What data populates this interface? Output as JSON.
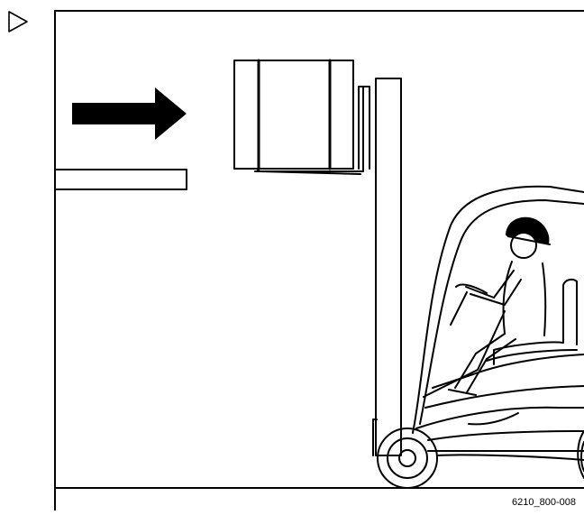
{
  "step_marker": {
    "icon": "triangle-right-outline-icon"
  },
  "figure": {
    "id": "6210_800-008",
    "description_items": [
      {
        "name": "direction-arrow",
        "icon": "arrow-right-icon"
      },
      {
        "name": "storage-shelf"
      },
      {
        "name": "load-box"
      },
      {
        "name": "forklift-mast"
      },
      {
        "name": "forklift-truck"
      },
      {
        "name": "operator"
      }
    ]
  },
  "colors": {
    "line": "#000000",
    "background": "#ffffff"
  }
}
